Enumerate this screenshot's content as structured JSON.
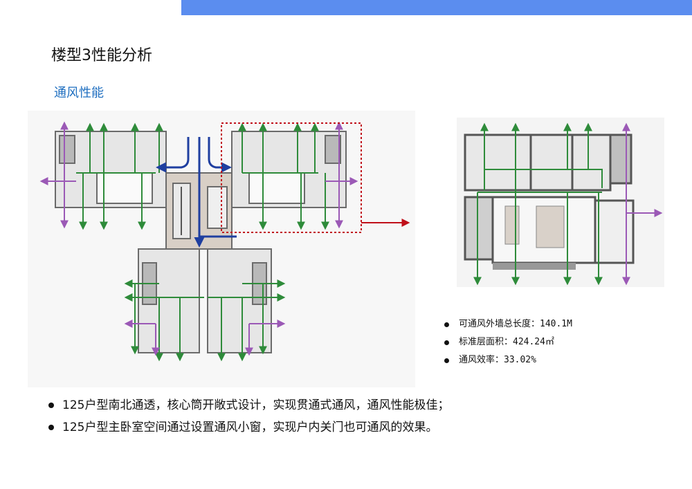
{
  "header": {
    "accent_color": "#5b8def",
    "title": "楼型3性能分析",
    "section": "通风性能"
  },
  "legend_colors": {
    "ventilation_path": "#2e8b3a",
    "cross_ventilation": "#9b59b6",
    "core_airflow": "#1f3fa0",
    "zoom_marker": "#c0101a"
  },
  "stats": [
    "可通风外墙总长度：140.1M",
    "标准层面积：424.24㎡",
    "通风效率：33.02%"
  ],
  "notes": [
    "125户型南北通透，核心筒开敞式设计，实现贯通式通风，通风性能极佳；",
    "125户型主卧室空间通过设置通风小窗，实现户内关门也可通风的效果。"
  ]
}
